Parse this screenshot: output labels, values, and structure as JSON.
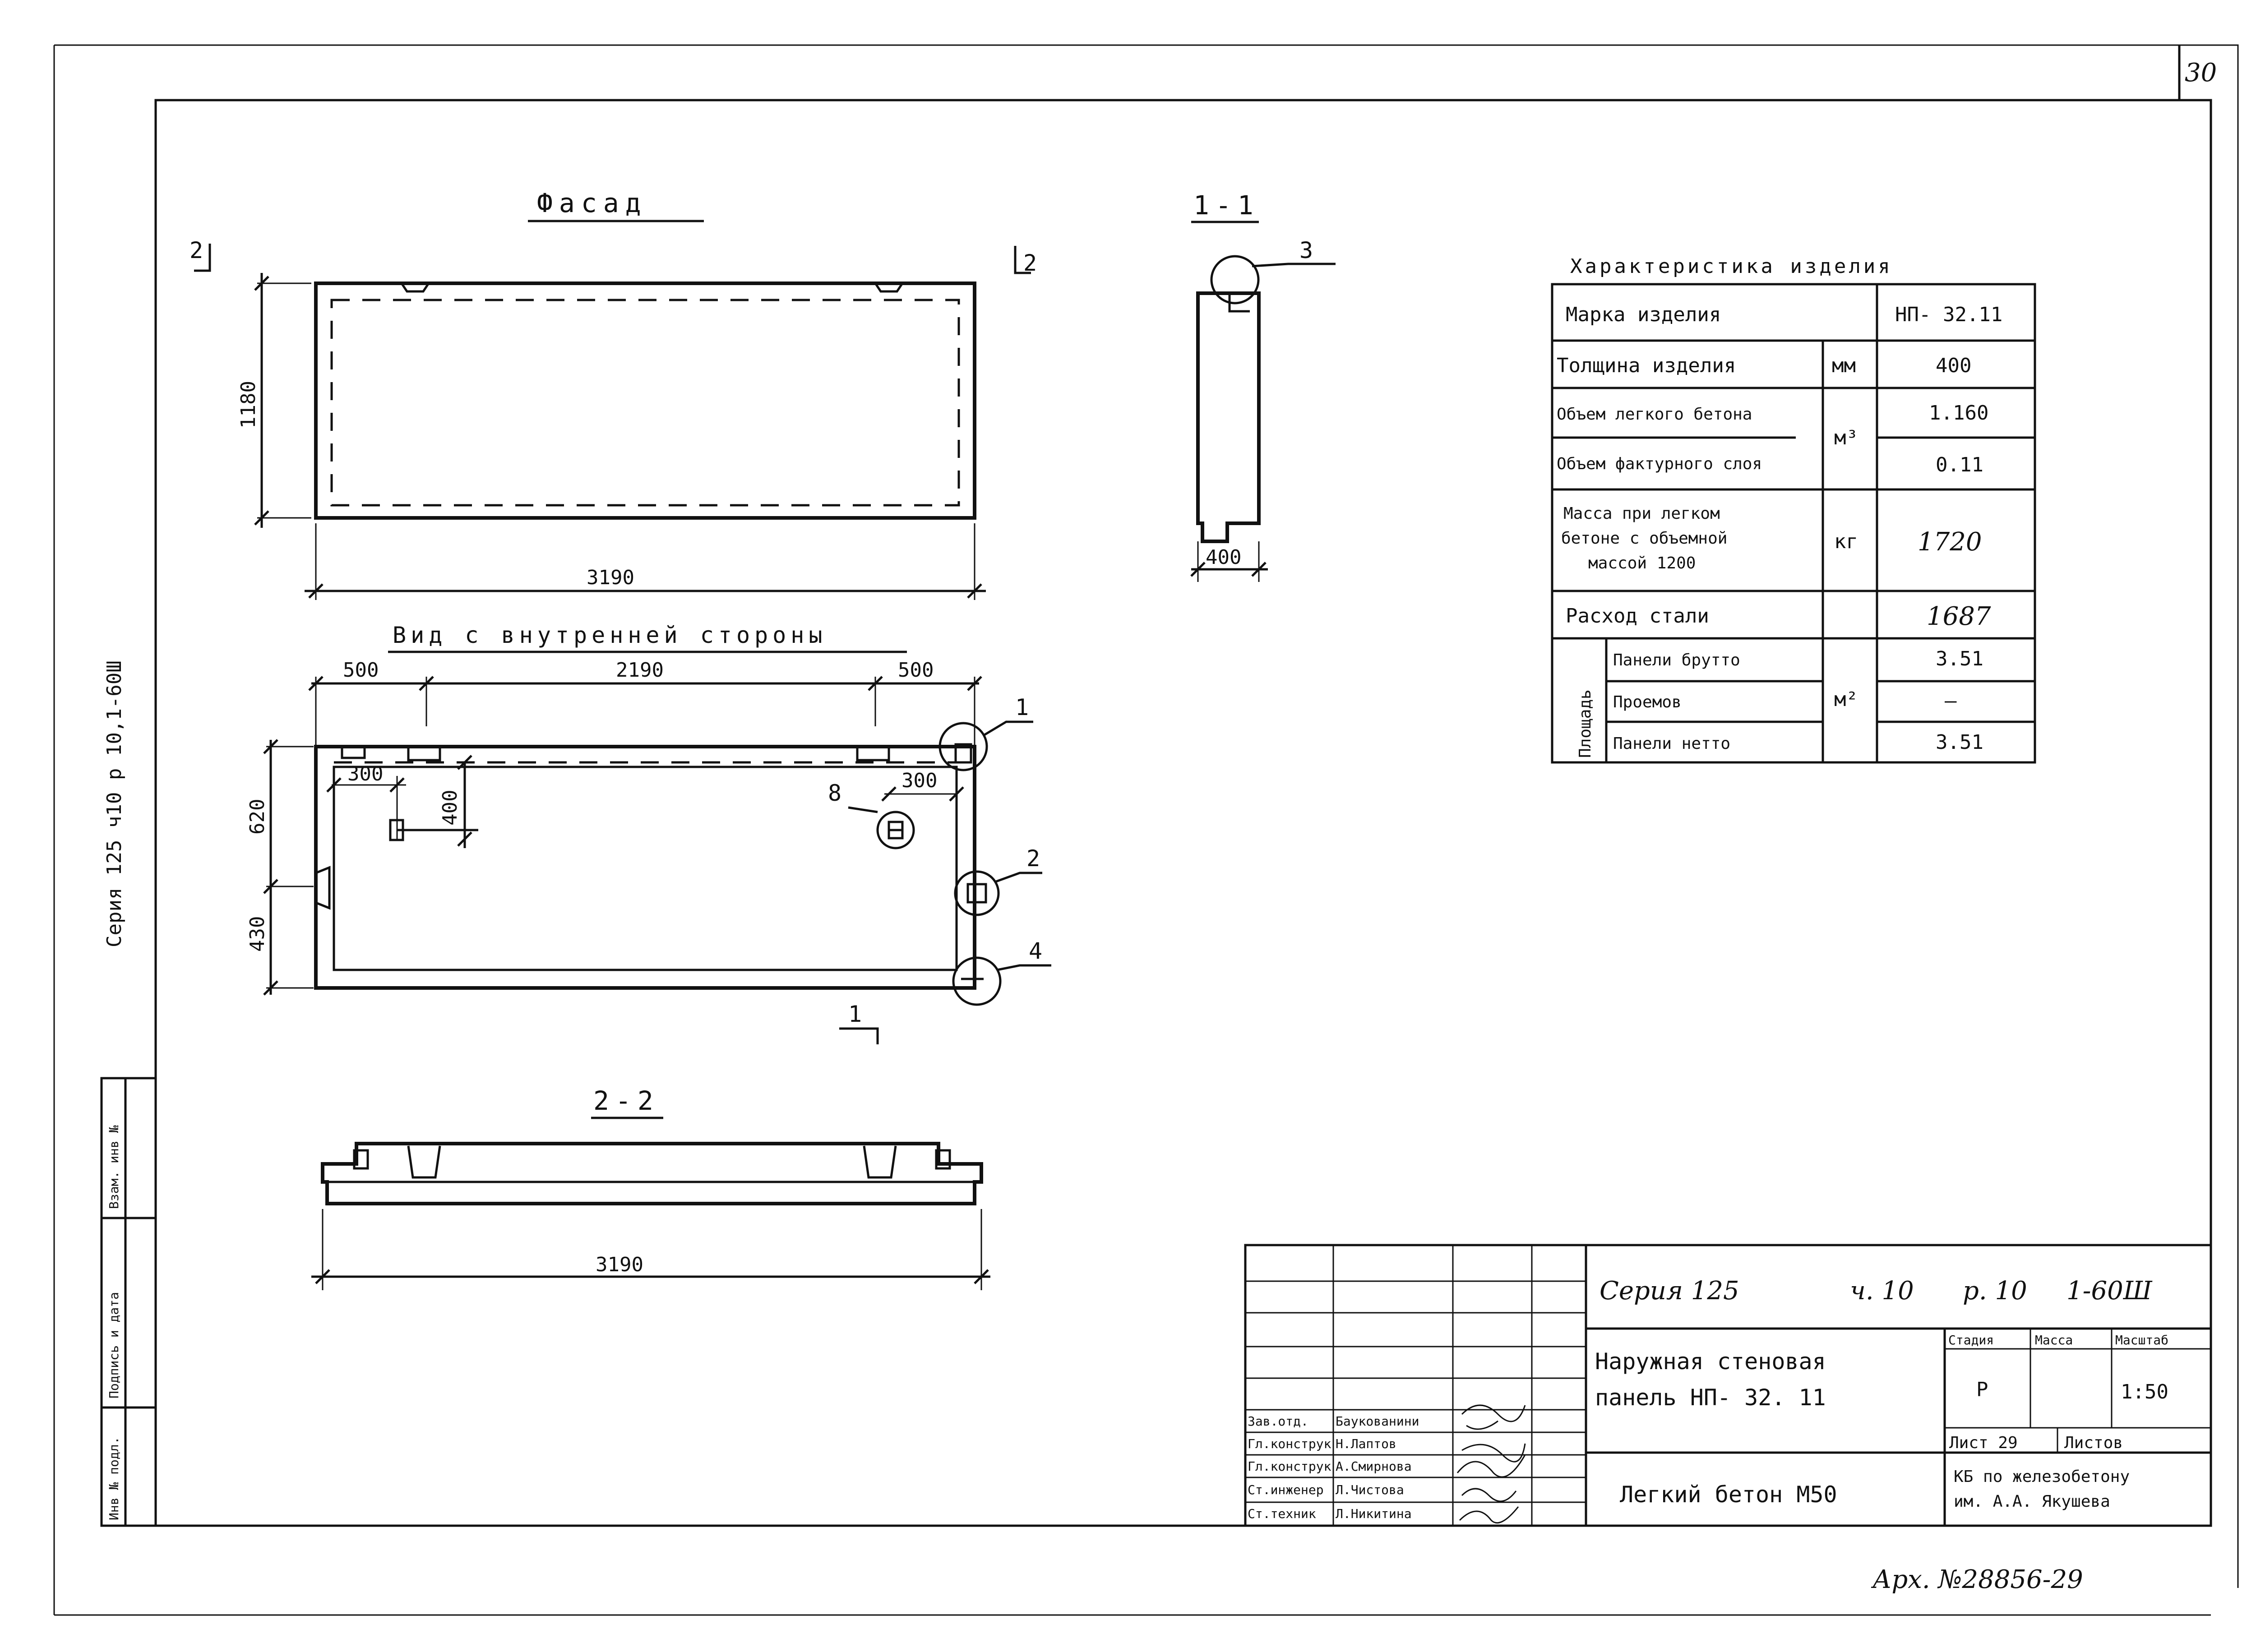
{
  "sheet": {
    "number": "30",
    "left_margin_text": "Серия 125 ч10 р 10,1-60Ш",
    "archive_no": "Арх. №28856-29"
  },
  "views": {
    "facade": {
      "title": "Фасад",
      "height_dim": "1180",
      "length_dim": "3190",
      "cut_mark_left": "2",
      "cut_mark_right": "2"
    },
    "section_1_1": {
      "title": "1-1",
      "callout": "3",
      "thickness_dim": "400"
    },
    "inner_view": {
      "title": "Вид с внутренней стороны",
      "dim_left": "500",
      "dim_middle": "2190",
      "dim_right": "500",
      "dim_300_left": "300",
      "dim_400": "400",
      "dim_300_right": "300",
      "dim_620": "620",
      "dim_430": "430",
      "callout_1": "1",
      "callout_2": "2",
      "callout_4": "4",
      "callout_8": "8",
      "cut_mark": "1"
    },
    "section_2_2": {
      "title": "2-2",
      "length_dim": "3190"
    }
  },
  "characteristics": {
    "title": "Характеристика изделия",
    "rows": [
      {
        "label": "Марка изделия",
        "unit": "",
        "value": "НП- 32.11"
      },
      {
        "label": "Толщина изделия",
        "unit": "мм",
        "value": "400"
      },
      {
        "label": "Объем легкого бетона",
        "unit": "м³",
        "value": "1.160"
      },
      {
        "label": "Объем фактурного слоя",
        "unit": "",
        "value": "0.11"
      },
      {
        "label_lines": [
          "Масса при легком",
          "бетоне с объемной",
          "массой 1200"
        ],
        "unit": "кг",
        "value": "1720"
      },
      {
        "label": "Расход стали",
        "unit": "",
        "value": "1687"
      }
    ],
    "area_group_label": "Площадь",
    "area_unit": "м²",
    "area_rows": [
      {
        "label": "Панели брутто",
        "value": "3.51"
      },
      {
        "label": "Проемов",
        "value": "–"
      },
      {
        "label": "Панели нетто",
        "value": "3.51"
      }
    ]
  },
  "title_block": {
    "series_line": [
      "Серия 125",
      "ч. 10",
      "р. 10",
      "1-60Ш"
    ],
    "name_lines": [
      "Наружная стеновая",
      "панель НП- 32. 11"
    ],
    "material": "Легкий бетон М50",
    "stage_header": "Стадия",
    "mass_header": "Масса",
    "scale_header": "Масштаб",
    "stage": "Р",
    "scale": "1:50",
    "sheet_label": "Лист 29",
    "sheets_label": "Листов",
    "organization_lines": [
      "КБ по железобетону",
      "им. А.А. Якушева"
    ],
    "staff": [
      {
        "role": "Зав.отд.",
        "name": "Баукованини"
      },
      {
        "role": "Гл.конструк",
        "name": "Н.Лаптов"
      },
      {
        "role": "Гл.конструк",
        "name": "А.Смирнова"
      },
      {
        "role": "Ст.инженер",
        "name": "Л.Чистова"
      },
      {
        "role": "Ст.техник",
        "name": "Л.Никитина"
      }
    ]
  },
  "side_stamp": [
    "Взам. инв №",
    "Подпись и дата",
    "Инв № подл."
  ]
}
